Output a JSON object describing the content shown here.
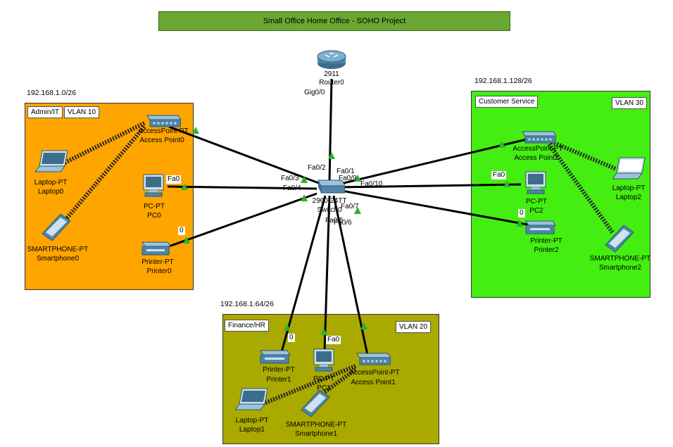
{
  "title": "Small Office Home Office - SOHO Project",
  "zones": {
    "admin": {
      "subnet": "192.168.1.0/26",
      "name": "Admin/IT",
      "vlan": "VLAN 10",
      "color": "#ffa500"
    },
    "customer": {
      "subnet": "192.168.1.128/26",
      "name": "Customer Service",
      "vlan": "VLAN 30",
      "color": "#44ee11"
    },
    "finance": {
      "subnet": "192.168.1.64/26",
      "name": "Finance/HR",
      "vlan": "VLAN 20",
      "color": "#a9a900"
    }
  },
  "devices": {
    "router": {
      "model": "2911",
      "name": "Router0"
    },
    "switch": {
      "model": "2960-24TT",
      "name": "Switch0"
    },
    "ap0": {
      "model": "AccessPoint-PT",
      "name": "Access Point0"
    },
    "laptop0": {
      "model": "Laptop-PT",
      "name": "Laptop0"
    },
    "pc0": {
      "model": "PC-PT",
      "name": "PC0"
    },
    "smart0": {
      "model": "SMARTPHONE-PT",
      "name": "Smartphone0"
    },
    "printer0": {
      "model": "Printer-PT",
      "name": "Printer0"
    },
    "ap2": {
      "model": "AccessPoint-PT",
      "name": "Access Point2"
    },
    "pc2": {
      "model": "PC-PT",
      "name": "PC2"
    },
    "laptop2": {
      "model": "Laptop-PT",
      "name": "Laptop2"
    },
    "printer2": {
      "model": "Printer-PT",
      "name": "Printer2"
    },
    "smart2": {
      "model": "SMARTPHONE-PT",
      "name": "Smartphone2"
    },
    "printer1": {
      "model": "Printer-PT",
      "name": "Printer1"
    },
    "pc1": {
      "model": "PC-PT",
      "name": "PC1"
    },
    "ap1": {
      "model": "AccessPoint-PT",
      "name": "Access Point1"
    },
    "laptop1": {
      "model": "Laptop-PT",
      "name": "Laptop1"
    },
    "smart1": {
      "model": "SMARTPHONE-PT",
      "name": "Smartphone1"
    }
  },
  "ports": {
    "gig00": "Gig0/0",
    "fa02": "Fa0/2",
    "fa01": "Fa0/1",
    "fa03": "Fa0/3",
    "fa04": "Fa0/4",
    "fa09": "Fa0/9",
    "fa010": "Fa0/10",
    "fa07": "Fa0/7",
    "fa06": "Fa0/6",
    "fa05": "Fa0/5",
    "pc0_fa0": "Fa0",
    "printer0_0": "0",
    "pc2_fa0": "Fa0",
    "printer2_0": "0",
    "printer1_0": "0",
    "pc1_fa0": "Fa0"
  },
  "colors": {
    "link": "#000000",
    "wireless": "#222222",
    "port_up": "#2fb12f",
    "device_blue": "#4a7a9a"
  }
}
